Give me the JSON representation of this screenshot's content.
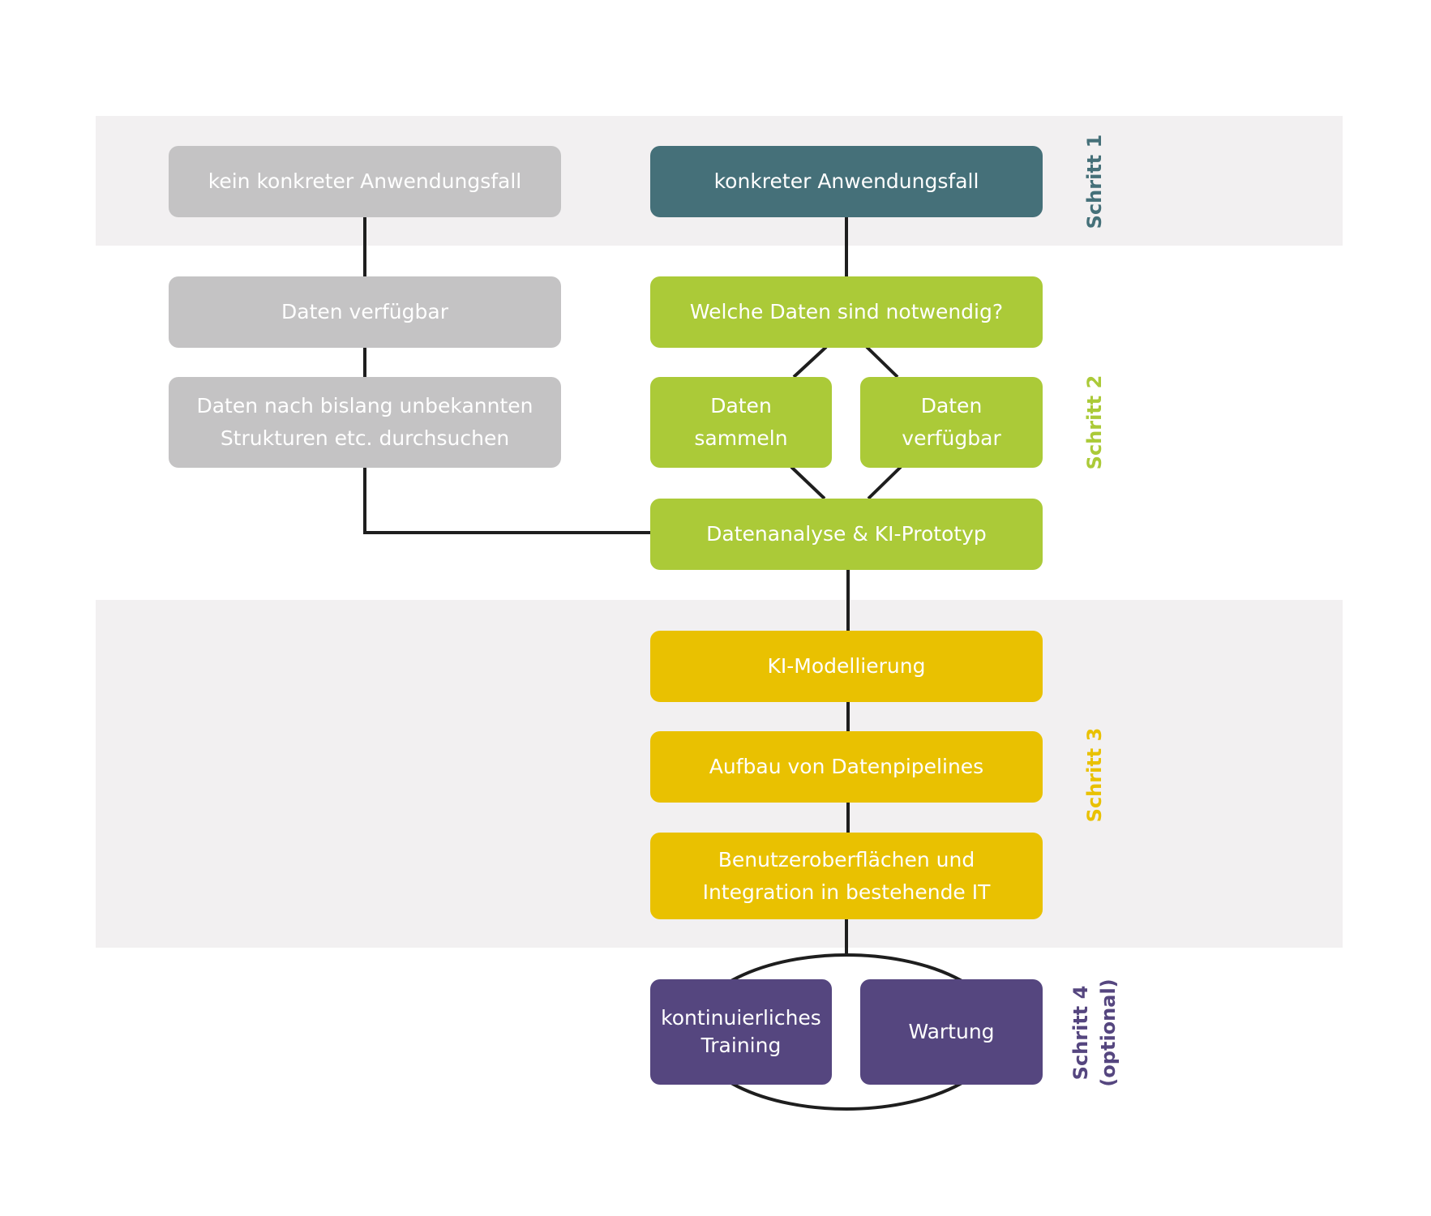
{
  "boxes": {
    "no_use_case": "kein konkreter Anwendungsfall",
    "use_case": "konkreter Anwendungsfall",
    "data_available_left": "Daten verfügbar",
    "search_data_line1": "Daten nach bislang unbekannten",
    "search_data_line2": "Strukturen etc. durchsuchen",
    "which_data": "Welche Daten sind notwendig?",
    "collect_line1": "Daten",
    "collect_line2": "sammeln",
    "available_line1": "Daten",
    "available_line2": "verfügbar",
    "analysis": "Datenanalyse & KI-Prototyp",
    "modeling": "KI-Modellierung",
    "pipelines": "Aufbau von Datenpipelines",
    "ui_line1": "Benutzeroberflächen und",
    "ui_line2": "Integration in bestehende IT",
    "training_line1": "kontinuierliches",
    "training_line2": "Training",
    "maintenance": "Wartung"
  },
  "steps": {
    "step1": "Schritt 1",
    "step2": "Schritt 2",
    "step3": "Schritt 3",
    "step4_line1": "Schritt 4",
    "step4_line2": "(optional)"
  },
  "colors": {
    "gray": "#c4c3c4",
    "teal": "#457079",
    "green": "#abca38",
    "yellow": "#e9c101",
    "purple": "#55467f",
    "band": "#f2f0f1"
  }
}
